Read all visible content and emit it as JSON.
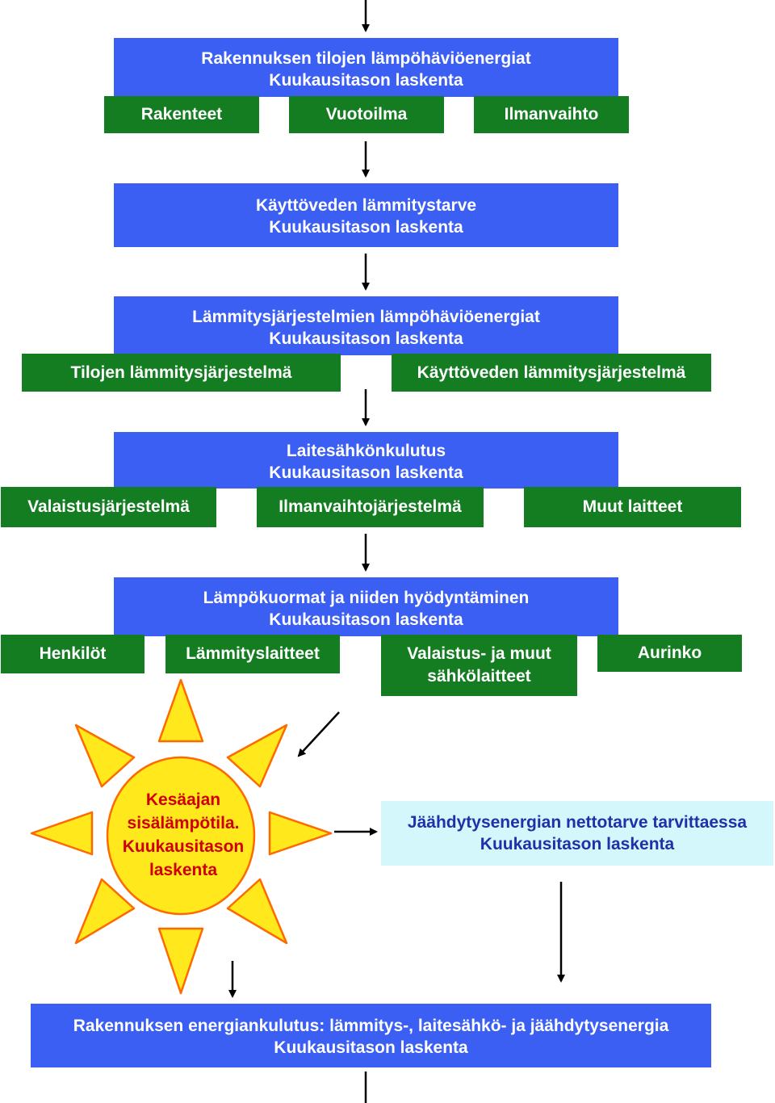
{
  "boxes": {
    "space_heat_loss": {
      "title": "Rakennuksen tilojen lämpöhäviöenergiat",
      "subtitle": "Kuukausitason laskenta",
      "items": [
        "Rakenteet",
        "Vuotoilma",
        "Ilmanvaihto"
      ]
    },
    "dhw_demand": {
      "title": "Käyttöveden lämmitystarve",
      "subtitle": "Kuukausitason laskenta"
    },
    "heating_system_losses": {
      "title": "Lämmitysjärjestelmien lämpöhäviöenergiat",
      "subtitle": "Kuukausitason laskenta",
      "items": [
        "Tilojen lämmitysjärjestelmä",
        "Käyttöveden lämmitysjärjestelmä"
      ]
    },
    "appliance_electricity": {
      "title": "Laitesähkönkulutus",
      "subtitle": "Kuukausitason laskenta",
      "items": [
        "Valaistusjärjestelmä",
        "Ilmanvaihtojärjestelmä",
        "Muut laitteet"
      ]
    },
    "heat_loads": {
      "title": "Lämpökuormat ja niiden hyödyntäminen",
      "subtitle": "Kuukausitason laskenta",
      "items": [
        "Henkilöt",
        "Lämmityslaitteet",
        "Valaistus- ja muut",
        "sähkölaitteet",
        "Aurinko"
      ]
    },
    "summer_temp": {
      "lines": [
        "Kesäajan",
        "sisälämpötila.",
        "Kuukausitason",
        "laskenta"
      ]
    },
    "cooling_demand": {
      "title": "Jäähdytysenergian nettotarve tarvittaessa",
      "subtitle": "Kuukausitason laskenta"
    },
    "total_energy": {
      "title": "Rakennuksen energiankulutus: lämmitys-, laitesähkö- ja jäähdytysenergia",
      "subtitle": "Kuukausitason laskenta"
    }
  },
  "colors": {
    "main_box": "#3b5ff2",
    "sub_box": "#147d22",
    "cooling_box": "#d4f7fb",
    "sun_fill": "#ffe81c",
    "sun_stroke": "#ff6a00",
    "sun_text": "#d10000"
  }
}
